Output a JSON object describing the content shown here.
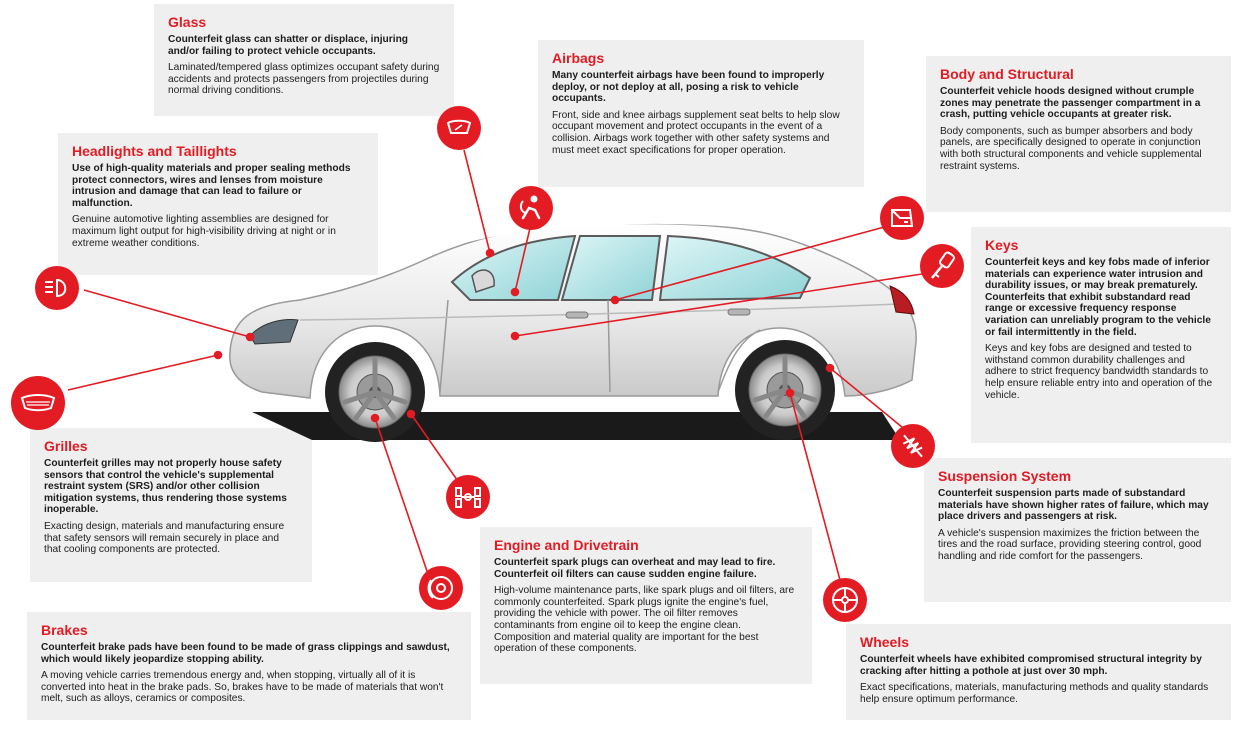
{
  "colors": {
    "accent": "#e31b23",
    "panel": "#efefef",
    "text": "#1d1d1d"
  },
  "sections": {
    "glass": {
      "title": "Glass",
      "lead": "Counterfeit glass can shatter or displace, injuring and/or failing to protect vehicle occupants.",
      "body": "Laminated/tempered glass optimizes occupant safety during accidents and protects passengers from projectiles during normal driving conditions.",
      "icon": "windshield-icon"
    },
    "airbags": {
      "title": "Airbags",
      "lead": "Many counterfeit airbags have been found to improperly deploy, or not deploy at all, posing a risk to vehicle occupants.",
      "body": "Front, side and knee airbags supplement seat belts to help slow occupant movement and protect occupants in the event of a collision. Airbags work together with other safety systems and must meet exact specifications for proper operation.",
      "icon": "airbag-icon"
    },
    "body_structural": {
      "title": "Body and Structural",
      "lead": "Counterfeit vehicle hoods designed without crumple zones may penetrate the passenger compartment in a crash, putting vehicle occupants at greater risk.",
      "body": "Body components, such as bumper absorbers and body panels, are specifically designed to operate in conjunction with both structural components and vehicle supplemental restraint systems.",
      "icon": "car-door-icon"
    },
    "headlights": {
      "title": "Headlights and Taillights",
      "lead": "Use of high-quality materials and proper sealing methods protect connectors, wires and lenses from moisture intrusion and damage that can lead to failure or malfunction.",
      "body": "Genuine automotive lighting assemblies are designed for maximum light output for high-visibility driving at night or in extreme weather conditions.",
      "icon": "headlight-icon"
    },
    "keys": {
      "title": "Keys",
      "lead": "Counterfeit keys and key fobs made of inferior materials can experience water intrusion and durability issues, or may break prematurely. Counterfeits that exhibit substandard read range or excessive frequency response variation can unreliably program to the vehicle or fail intermittently in the field.",
      "body": "Keys and key fobs are designed and tested to withstand common durability challenges and adhere to strict frequency bandwidth standards to help ensure reliable entry into and operation of the vehicle.",
      "icon": "key-icon"
    },
    "grilles": {
      "title": "Grilles",
      "lead": "Counterfeit grilles may not properly house safety sensors that control the vehicle's supplemental restraint system (SRS) and/or other collision mitigation systems, thus rendering those systems inoperable.",
      "body": "Exacting design, materials and manufacturing ensure that safety sensors will remain securely in place and that cooling components are protected.",
      "icon": "grille-icon"
    },
    "suspension": {
      "title": "Suspension System",
      "lead": "Counterfeit suspension parts made of substandard materials have shown higher rates of failure, which may place drivers and passengers at risk.",
      "body": "A vehicle's suspension maximizes the friction between the tires and the road surface, providing steering control, good handling and ride comfort for the passengers.",
      "icon": "shock-absorber-icon"
    },
    "engine": {
      "title": "Engine and Drivetrain",
      "lead": "Counterfeit spark plugs can overheat and may lead to fire. Counterfeit oil filters can cause sudden engine failure.",
      "body": "High-volume maintenance parts, like spark plugs and oil filters, are commonly counterfeited. Spark plugs ignite the engine's fuel, providing the vehicle with power. The oil filter removes contaminants from engine oil to keep the engine clean. Composition and material quality are important for the best operation of these components.",
      "icon": "drivetrain-icon"
    },
    "brakes": {
      "title": "Brakes",
      "lead": "Counterfeit brake pads have been found to be made of grass clippings and sawdust, which would likely jeopardize stopping ability.",
      "body": "A moving vehicle carries tremendous energy and, when stopping, virtually all of it is converted into heat in the brake pads. So, brakes have to be made of materials that won't melt, such as alloys, ceramics or composites.",
      "icon": "brake-disc-icon"
    },
    "wheels": {
      "title": "Wheels",
      "lead": "Counterfeit wheels have exhibited compromised structural integrity by cracking after hitting a pothole at just over 30 mph.",
      "body": "Exact specifications, materials, manufacturing methods and quality standards help ensure optimum performance.",
      "icon": "wheel-icon"
    }
  }
}
